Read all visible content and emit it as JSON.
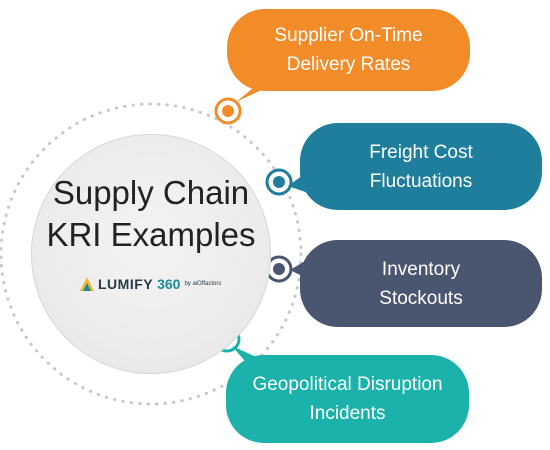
{
  "center": {
    "title_line1": "Supply Chain",
    "title_line2": "KRI Examples"
  },
  "logo": {
    "brand": "LUMIFY",
    "brand_360": "360",
    "byline": "by aiOffactors"
  },
  "items": [
    {
      "line1": "Supplier On-Time",
      "line2": "Delivery Rates",
      "color": "#F28C28"
    },
    {
      "line1": "Freight Cost",
      "line2": "Fluctuations",
      "color": "#1F7E9C"
    },
    {
      "line1": "Inventory",
      "line2": "Stockouts",
      "color": "#4A5570"
    },
    {
      "line1": "Geopolitical Disruption",
      "line2": "Incidents",
      "color": "#1AB2AA"
    }
  ],
  "colors": {
    "dotted_ring": "#c8c8c8",
    "circle_fill": "#ececec",
    "title_text": "#222222"
  }
}
